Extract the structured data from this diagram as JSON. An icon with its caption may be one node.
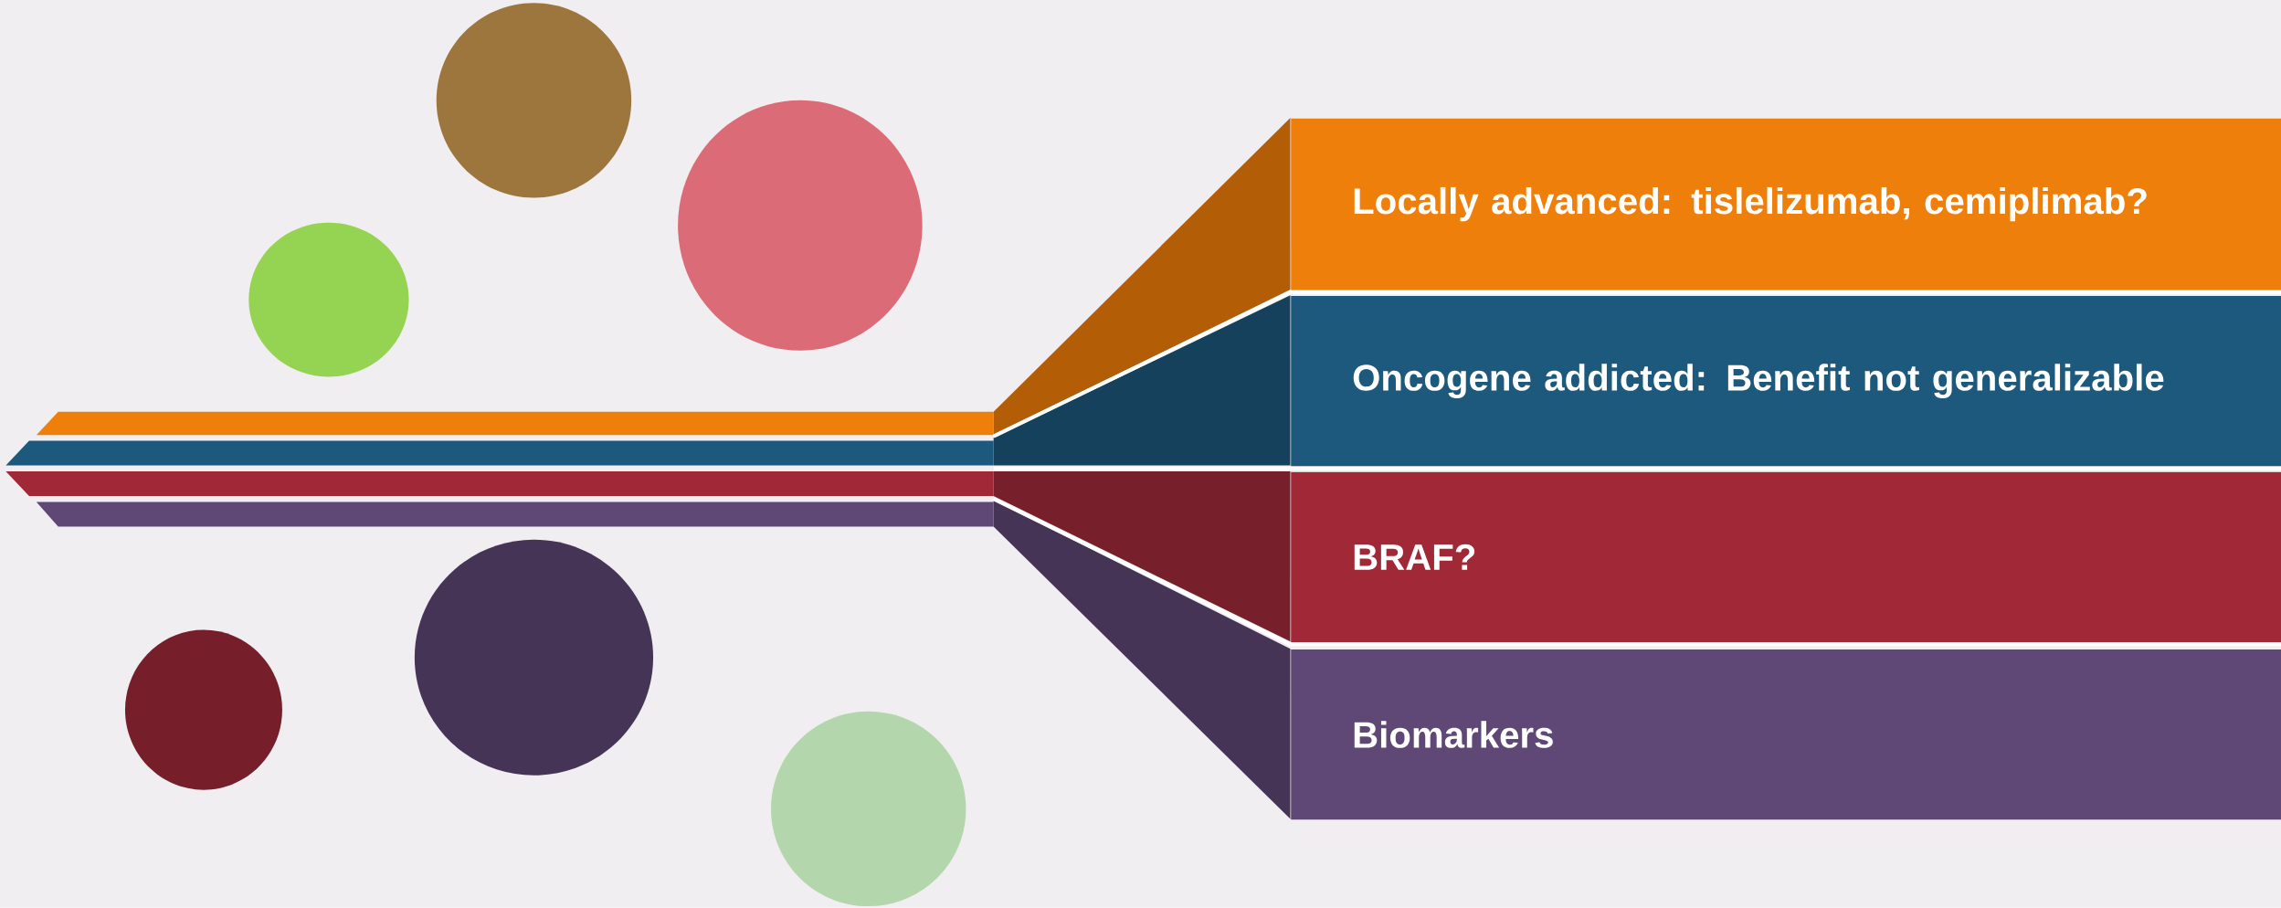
{
  "diagram": {
    "nodes": [
      {
        "text": [
          "Locally advanced: tislelizumab, cemiplimab?"
        ]
      },
      {
        "text": [
          "Oncogene addicted: Benefit not generalizable"
        ]
      },
      {
        "text": [
          "BRAF?"
        ]
      },
      {
        "text": [
          "Biomarkers"
        ]
      }
    ]
  }
}
